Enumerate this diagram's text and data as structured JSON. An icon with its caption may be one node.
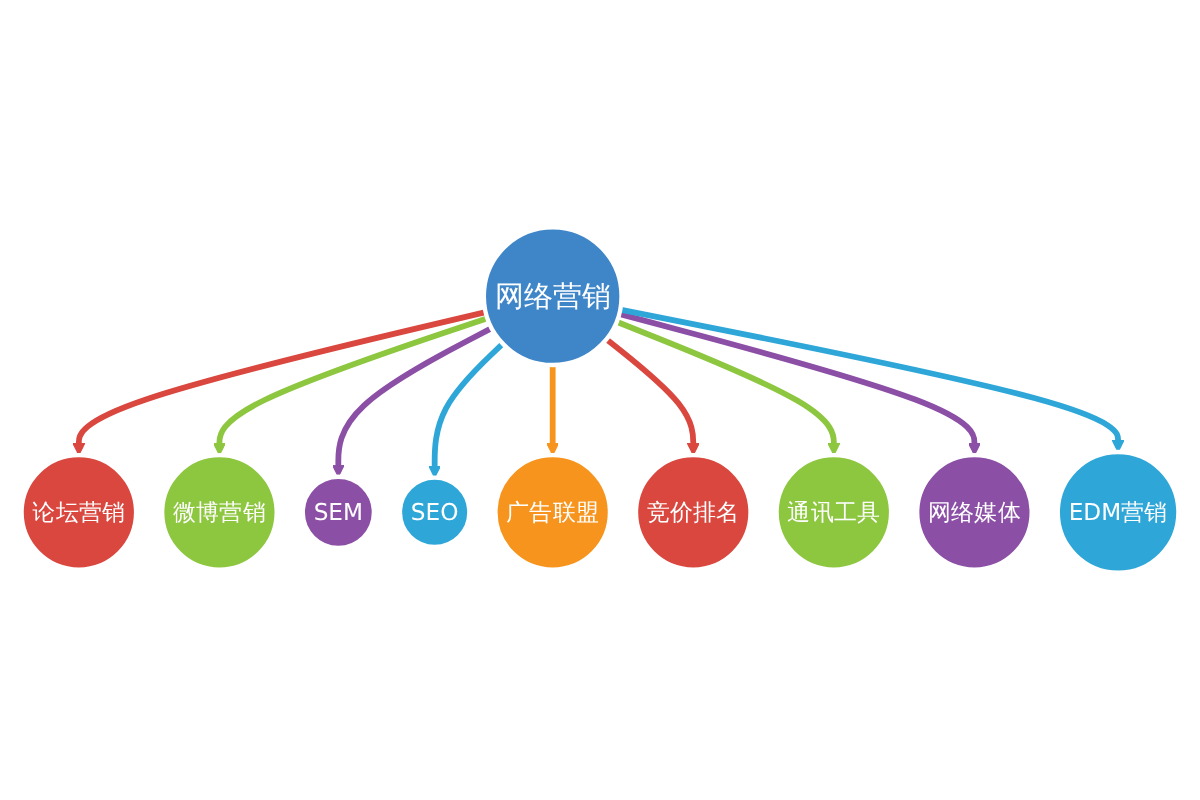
{
  "diagram": {
    "nodes": [
      {
        "text": [
          "网络营销"
        ]
      },
      {
        "text": [
          "论坛营销"
        ]
      },
      {
        "text": [
          "微博营销"
        ]
      },
      {
        "text": [
          "SEM"
        ]
      },
      {
        "text": [
          "SEO"
        ]
      },
      {
        "text": [
          "广告联盟"
        ]
      },
      {
        "text": [
          "竞价排名"
        ]
      },
      {
        "text": [
          "通讯工具"
        ]
      },
      {
        "text": [
          "网络媒体"
        ]
      },
      {
        "text": [
          "EDM营销"
        ]
      }
    ],
    "edges": [
      {
        "from": 0,
        "to": 1,
        "arrow": "to",
        "color": "#d9473f"
      },
      {
        "from": 0,
        "to": 2,
        "arrow": "to",
        "color": "#8dc63f"
      },
      {
        "from": 0,
        "to": 3,
        "arrow": "to",
        "color": "#8b4fa6"
      },
      {
        "from": 0,
        "to": 4,
        "arrow": "to",
        "color": "#2ea7d8"
      },
      {
        "from": 0,
        "to": 5,
        "arrow": "to",
        "color": "#f7941d"
      },
      {
        "from": 0,
        "to": 6,
        "arrow": "to",
        "color": "#d9473f"
      },
      {
        "from": 0,
        "to": 7,
        "arrow": "to",
        "color": "#8dc63f"
      },
      {
        "from": 0,
        "to": 8,
        "arrow": "to",
        "color": "#8b4fa6"
      },
      {
        "from": 0,
        "to": 9,
        "arrow": "to",
        "color": "#2ea7d8"
      }
    ]
  }
}
